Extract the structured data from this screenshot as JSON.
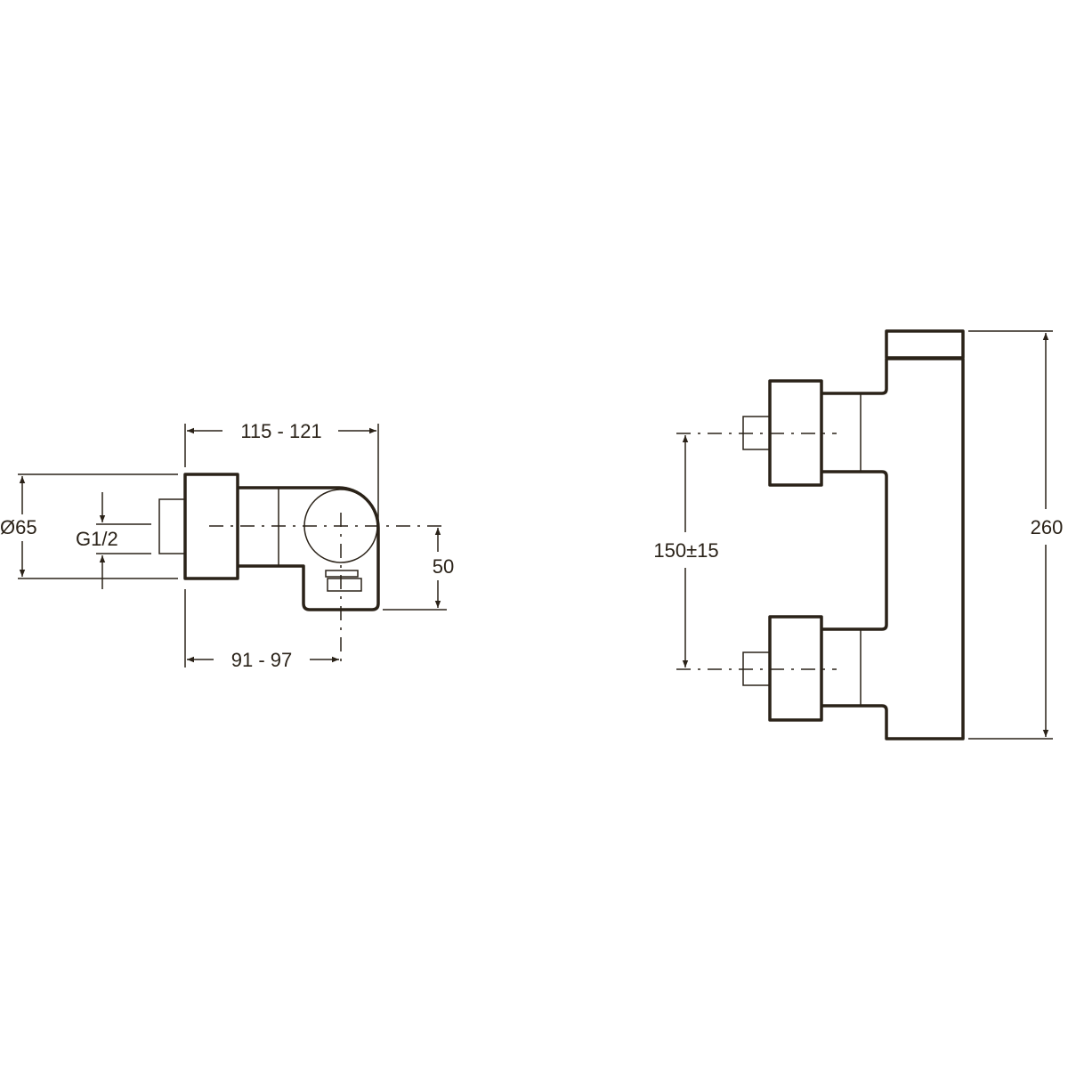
{
  "side_view": {
    "dim_total_depth": "115 - 121",
    "dim_outlet_depth": "91 - 97",
    "dim_diameter": "Ø65",
    "dim_thread": "G1/2",
    "dim_outlet_offset": "50"
  },
  "front_view": {
    "dim_inlet_spacing": "150±15",
    "dim_height": "260"
  },
  "colors": {
    "line": "#2a2218",
    "background": "#ffffff"
  }
}
